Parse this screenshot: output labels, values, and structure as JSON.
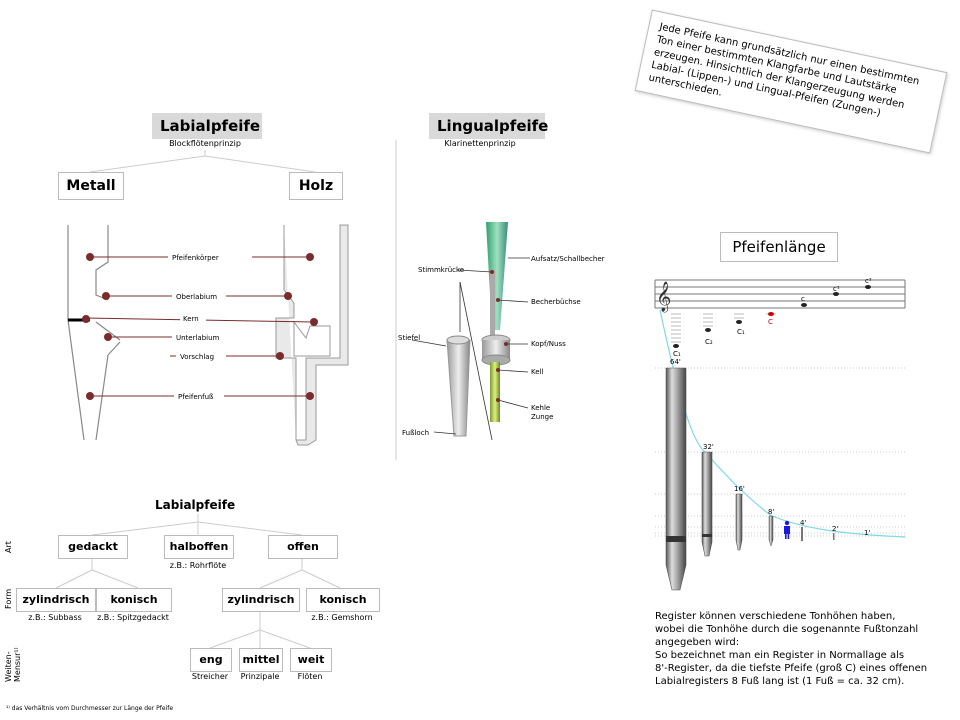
{
  "labial": {
    "title": "Labialpfeife",
    "subtitle": "Blockflötenprinzip",
    "metall": "Metall",
    "holz": "Holz",
    "parts": [
      "Pfeifenkörper",
      "Oberlabium",
      "Kern",
      "Unterlabium",
      "Vorschlag",
      "Pfeifenfuß"
    ]
  },
  "lingual": {
    "title": "Lingualpfeife",
    "subtitle": "Klarinettenprinzip",
    "parts": {
      "aufsatz": "Aufsatz/Schallbecher",
      "stimmkruecke": "Stimmkrücke",
      "becherbuechse": "Becherbüchse",
      "stiefel": "Stiefel",
      "kopf": "Kopf/Nuss",
      "kell": "Kell",
      "kehle": "Kehle",
      "zunge": "Zunge",
      "fussloch": "Fußloch"
    }
  },
  "note": "Jede Pfeife kann grundsätzlich nur einen bestimmten Ton einer bestimmten Klangfarbe und Lautstärke erzeugen. Hinsichtlich der Klangerzeugung werden Labial- (Lippen-) und Lingual-Pfeifen (Zungen-) unterschieden.",
  "length": {
    "title": "Pfeifenlänge",
    "notes": [
      "C₁",
      "C₂",
      "C₁",
      "C",
      "c",
      "c¹",
      "c²"
    ],
    "feet": [
      "64'",
      "32'",
      "16'",
      "8'",
      "4'",
      "2'",
      "1'"
    ],
    "paragraph": [
      "Register können verschiedene Tonhöhen haben,",
      "wobei die Tonhöhe  durch die sogenannte Fußtonzahl",
      "angegeben wird:",
      "So bezeichnet man ein Register in Normallage als",
      "8'-Register, da die tiefste Pfeife (groß C)  eines offenen",
      "Labialregisters 8 Fuß lang ist (1 Fuß = ca. 32 cm)."
    ]
  },
  "tree": {
    "title": "Labialpfeife",
    "row_labels": {
      "art": "Art",
      "form": "Form",
      "mensur": "Weiten-Mensur¹⁾"
    },
    "gedackt": "gedackt",
    "halboffen": "halboffen",
    "halboffen_ex": "z.B.: Rohrflöte",
    "offen": "offen",
    "g_zyl": "zylindrisch",
    "g_zyl_ex": "z.B.: Subbass",
    "g_kon": "konisch",
    "g_kon_ex": "z.B.: Spitzgedackt",
    "o_zyl": "zylindrisch",
    "o_kon": "konisch",
    "o_kon_ex": "z.B.: Gemshorn",
    "eng": "eng",
    "eng_ex": "Streicher",
    "mittel": "mittel",
    "mittel_ex": "Prinzipale",
    "weit": "weit",
    "weit_ex": "Flöten"
  },
  "footnote": "¹⁾ das Verhältnis vom Durchmesser zur Länge der Pfeife"
}
